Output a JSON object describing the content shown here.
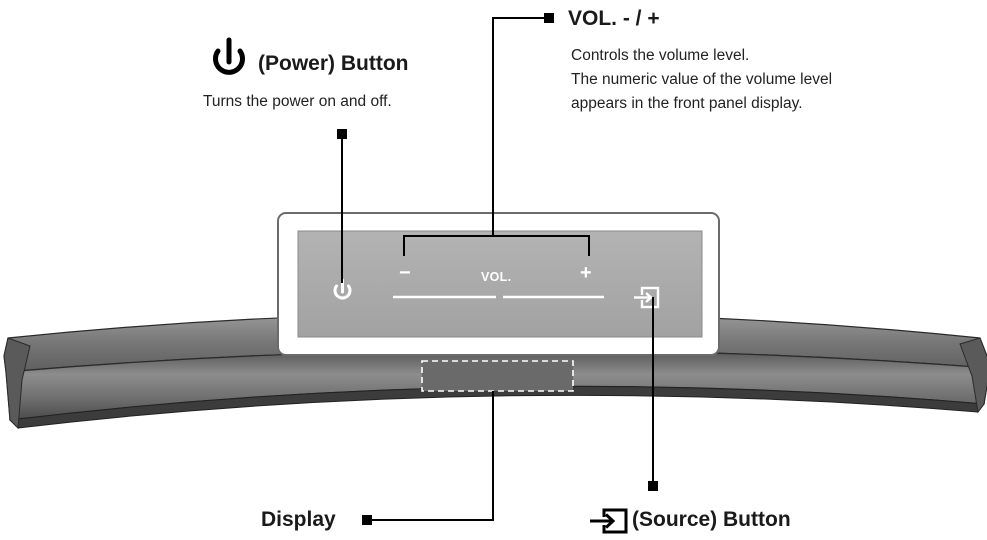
{
  "power": {
    "title": "(Power) Button",
    "desc": "Turns the power on and off.",
    "icon": "power-icon"
  },
  "volume": {
    "title": "VOL. - / +",
    "desc_lines": [
      "Controls the volume level.",
      "The numeric value of the volume level",
      "appears in the front panel display."
    ]
  },
  "panel": {
    "minus": "−",
    "vol": "VOL.",
    "plus": "+"
  },
  "display": {
    "title": "Display"
  },
  "source": {
    "title": "(Source) Button",
    "icon": "source-icon"
  },
  "colors": {
    "panel_gray": "#a8a8a8",
    "bar_gray": "#7a7a7a",
    "line": "#000000"
  }
}
